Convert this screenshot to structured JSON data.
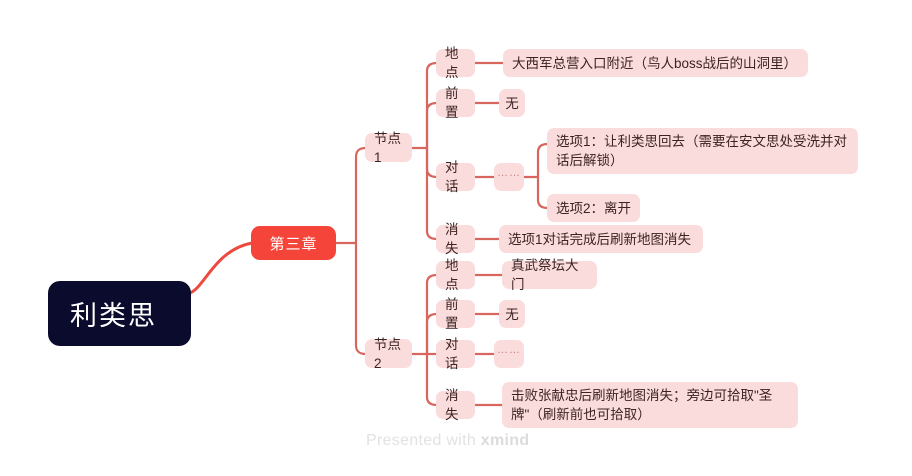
{
  "root": {
    "label": "利类思",
    "color": "#0b0b2e",
    "text_color": "#ffffff"
  },
  "main_topic": {
    "label": "第三章",
    "color": "#f5453a",
    "text_color": "#ffffff"
  },
  "theme": {
    "pill_bg": "#fbdcdc",
    "pill_text": "#3b2322",
    "line": "#d9665e"
  },
  "nodes": {
    "node1": {
      "label": "节点1"
    },
    "node2": {
      "label": "节点2"
    }
  },
  "node1_branches": {
    "location": {
      "label": "地点",
      "value": "大西军总营入口附近（鸟人boss战后的山洞里）"
    },
    "prereq": {
      "label": "前置",
      "value": "无"
    },
    "dialogue": {
      "label": "对话",
      "value": "……",
      "options": [
        "选项1：让利类思回去（需要在安文思处受洗并对话后解锁）",
        "选项2：离开"
      ]
    },
    "disappear": {
      "label": "消失",
      "value": "选项1对话完成后刷新地图消失"
    }
  },
  "node2_branches": {
    "location": {
      "label": "地点",
      "value": "真武祭坛大门"
    },
    "prereq": {
      "label": "前置",
      "value": "无"
    },
    "dialogue": {
      "label": "对话",
      "value": "……"
    },
    "disappear": {
      "label": "消失",
      "value": "击败张献忠后刷新地图消失；旁边可拾取\"圣牌\"（刷新前也可拾取）"
    }
  },
  "watermark": {
    "prefix": "Presented with ",
    "brand": "xmind"
  }
}
